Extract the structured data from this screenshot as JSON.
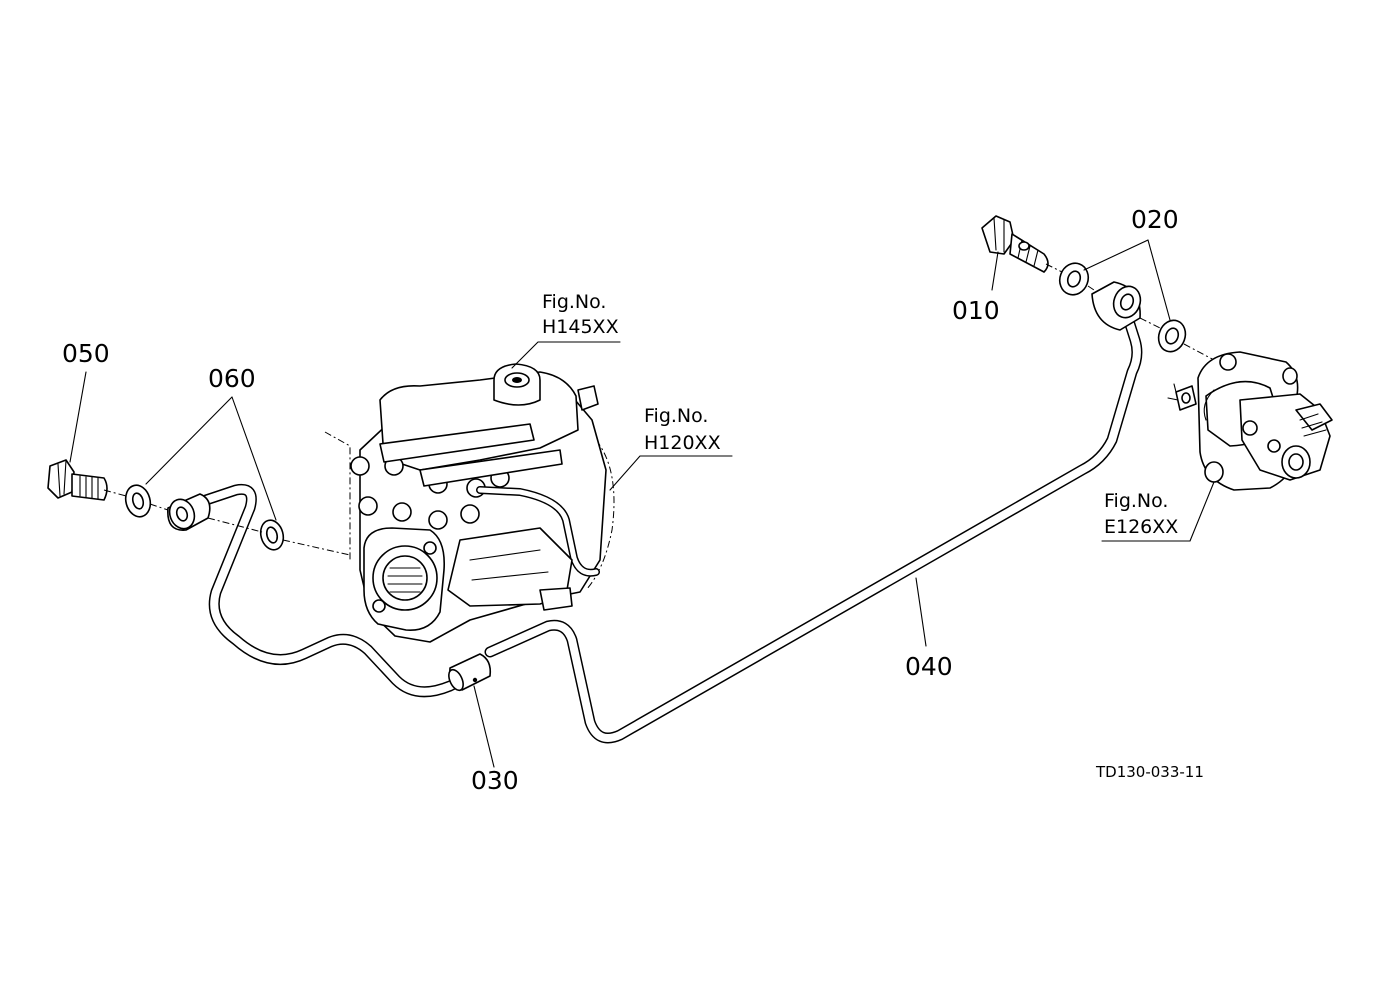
{
  "callouts": {
    "p010": "010",
    "p020": "020",
    "p030": "030",
    "p040": "040",
    "p050": "050",
    "p060": "060"
  },
  "figure_refs": {
    "h145": {
      "line1": "Fig.No.",
      "line2": "H145XX"
    },
    "h120": {
      "line1": "Fig.No.",
      "line2": "H120XX"
    },
    "e126": {
      "line1": "Fig.No.",
      "line2": "E126XX"
    }
  },
  "drawing_code": "TD130-033-11"
}
